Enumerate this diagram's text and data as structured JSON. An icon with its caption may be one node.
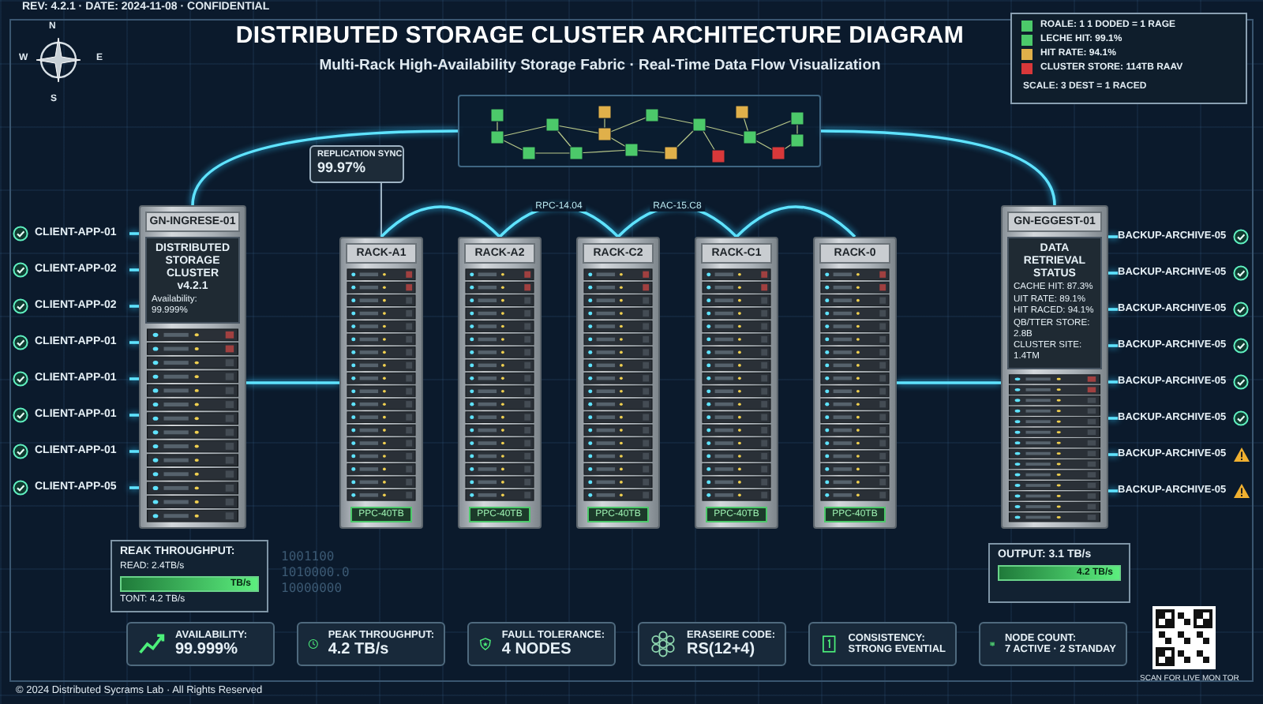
{
  "diagram": {
    "title": "DISTRIBUTED STORAGE CLUSTER ARCHITECTURE DIAGRAM",
    "nodes": [
      {
        "text": [
          "GN-INGRESE-01",
          "DISTRIBUTED STORAGE CLUSTER v4.2.1",
          "Availability: 99.999%"
        ]
      },
      {
        "text": [
          "CLIENT-APP-01"
        ]
      },
      {
        "text": [
          "CLIENT-APP-02"
        ]
      },
      {
        "text": [
          "CLIENT-APP-02"
        ]
      },
      {
        "text": [
          "CLIENT-APP-01"
        ]
      },
      {
        "text": [
          "CLIENT-APP-01"
        ]
      },
      {
        "text": [
          "CLIENT-APP-01"
        ]
      },
      {
        "text": [
          "CLIENT-APP-01"
        ]
      },
      {
        "text": [
          "CLIENT-APP-05"
        ]
      },
      {
        "text": [],
        "shape": "box"
      },
      {
        "text": [
          "REPLICATION SYNC",
          "99.97%"
        ]
      },
      {
        "text": [
          "RACK-A1",
          "PPC-40TB"
        ]
      },
      {
        "text": [
          "RACK-A2",
          "PPC-40TB"
        ]
      },
      {
        "text": [
          "RACK-C2",
          "PPC-40TB"
        ]
      },
      {
        "text": [
          "RACK-C1",
          "PPC-40TB"
        ]
      },
      {
        "text": [
          "RACK-0",
          "PPC-40TB"
        ]
      },
      {
        "text": [
          "GN-EGGEST-01",
          "DATA RETRIEVAL STATUS",
          "CACHE HIT: 87.3%",
          "UIT RATE: 89.1%",
          "HIT RACED: 94.1%",
          "QB/TTER STORE: 2.8B",
          "CLUSTER SITE: 1.4TM"
        ]
      },
      {
        "text": [
          "BACKUP-ARCHIVE-05"
        ]
      },
      {
        "text": [
          "BACKUP-ARCHIVE-05"
        ]
      },
      {
        "text": [
          "BACKUP-ARCHIVE-05"
        ]
      },
      {
        "text": [
          "BACKUP-ARCHIVE-05"
        ]
      },
      {
        "text": [
          "BACKUP-ARCHIVE-05"
        ]
      },
      {
        "text": [
          "BACKUP-ARCHIVE-05"
        ]
      },
      {
        "text": [
          "BACKUP-ARCHIVE-05"
        ]
      },
      {
        "text": [
          "BACKUP-ARCHIVE-05"
        ]
      },
      {
        "text": [
          "REAK THROUGHPUT:",
          "READ: 2.4TB/s",
          "TB/s",
          "TONT: 4.2 TB/s"
        ]
      },
      {
        "text": [
          "OUTPUT: 3.1 TB/s",
          "4.2 TB/s"
        ]
      },
      {
        "text": [
          "AVAILABILITY:",
          "99.999%"
        ]
      },
      {
        "text": [
          "PEAK THROUGHPUT:",
          "4.2 TB/s"
        ]
      },
      {
        "text": [
          "FAULL TOLERANCE:",
          "4 NODES"
        ]
      },
      {
        "text": [
          "ERASEIRE CODE:",
          "RS(12+4)"
        ]
      },
      {
        "text": [
          "CONSISTENCY:",
          "STRONG EVENTIAL"
        ]
      },
      {
        "text": [
          "NODE COUNT:",
          "7 ACTIVE · 2 STANDAY"
        ]
      }
    ],
    "edges": [
      {
        "from": 1,
        "to": 0,
        "arrow": "none"
      },
      {
        "from": 2,
        "to": 0,
        "arrow": "none"
      },
      {
        "from": 3,
        "to": 0,
        "arrow": "none"
      },
      {
        "from": 4,
        "to": 0,
        "arrow": "none"
      },
      {
        "from": 5,
        "to": 0,
        "arrow": "none"
      },
      {
        "from": 6,
        "to": 0,
        "arrow": "none"
      },
      {
        "from": 7,
        "to": 0,
        "arrow": "none"
      },
      {
        "from": 8,
        "to": 0,
        "arrow": "none"
      },
      {
        "from": 0,
        "to": 9,
        "arrow": "none"
      },
      {
        "from": 9,
        "to": 16,
        "arrow": "none"
      },
      {
        "from": 10,
        "to": 11,
        "arrow": "none"
      },
      {
        "from": 0,
        "to": 11,
        "arrow": "none"
      },
      {
        "from": 11,
        "to": 12,
        "arrow": "none"
      },
      {
        "from": 12,
        "to": 13,
        "label": "RPC-14.04",
        "arrow": "none"
      },
      {
        "from": 13,
        "to": 14,
        "label": "RAC-15.C8",
        "arrow": "none"
      },
      {
        "from": 14,
        "to": 15,
        "arrow": "none"
      },
      {
        "from": 15,
        "to": 16,
        "arrow": "none"
      },
      {
        "from": 16,
        "to": 17,
        "arrow": "none"
      },
      {
        "from": 16,
        "to": 18,
        "arrow": "none"
      },
      {
        "from": 16,
        "to": 19,
        "arrow": "none"
      },
      {
        "from": 16,
        "to": 20,
        "arrow": "none"
      },
      {
        "from": 16,
        "to": 21,
        "arrow": "none"
      },
      {
        "from": 16,
        "to": 22,
        "arrow": "none"
      },
      {
        "from": 16,
        "to": 23,
        "arrow": "none"
      },
      {
        "from": 16,
        "to": 24,
        "arrow": "none"
      }
    ],
    "labels": [
      "REV: 4.2.1 · DATE: 2024-11-08 · CONFIDENTIAL",
      "N",
      "W",
      "E",
      "S",
      "Multi-Rack High-Availability Storage Fabric · Real-Time Data Flow Visualization",
      "SCALE: 3 DEST = 1 RACED",
      "1001100",
      "1010000.0",
      "10000000",
      "SCAN FOR LIVE MON TOR",
      "© 2024 Distributed Sycrams Lab · All Rights Reserved"
    ],
    "legend": [
      {
        "text": "ROALE: 1 1 DODED = 1 RAGE",
        "color": "#4cc96a"
      },
      {
        "text": "LECHE HIT: 99.1%",
        "color": "#4cc96a"
      },
      {
        "text": "HIT RATE: 94.1%",
        "color": "#e0b04a"
      },
      {
        "text": "CLUSTER STORE: 114TB RAAV",
        "color": "#d8383a"
      }
    ]
  }
}
